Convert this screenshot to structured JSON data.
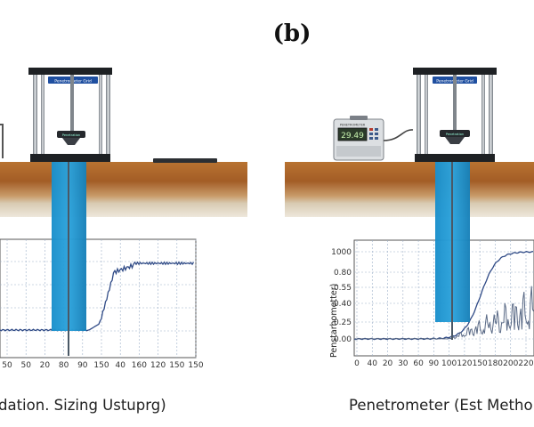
{
  "panel_label": "(b)",
  "left": {
    "machine_label": "Penetrometer Grid",
    "display_label": "Penetration",
    "caption": "dation. Sizing Ustuprg)",
    "x_ticks": [
      "50",
      "50",
      "20",
      "80",
      "90",
      "150",
      "40",
      "160",
      "120",
      "150",
      "150"
    ]
  },
  "right": {
    "machine_label": "Penetrometer Grid",
    "display_label": "Penetration",
    "readout_value": "29.49",
    "readout_label": "PENETROMETER",
    "caption": "Penetrometer (Est Metho",
    "y_axis_label": "Penstarhometter)",
    "y_ticks": [
      "1000",
      "0.80",
      "0.55",
      "0.40",
      "0.25",
      "0.00"
    ],
    "x_ticks": [
      "0",
      "40",
      "20",
      "30",
      "60",
      "90",
      "100",
      "120",
      "150",
      "180",
      "200",
      "220"
    ]
  },
  "colors": {
    "probe_blue": "#1a8fcb",
    "curve": "#2f4a86",
    "soil_top": "#a8662d",
    "soil_bottom": "#d6c8ae"
  }
}
